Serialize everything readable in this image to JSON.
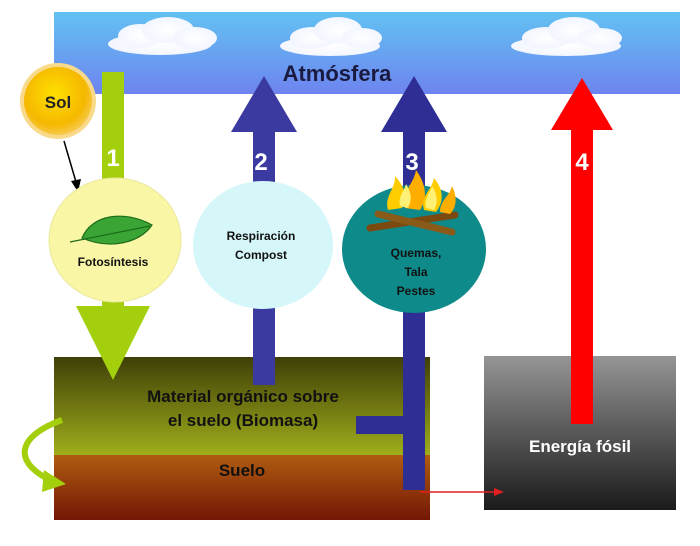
{
  "labels": {
    "atmosphere": "Atmósfera",
    "sun": "Sol",
    "photosynthesis": "Fotosíntesis",
    "respiration_line1": "Respiración",
    "respiration_line2": "Compost",
    "burning_line1": "Quemas,",
    "burning_line2": "Tala",
    "burning_line3": "Pestes",
    "biomass_line1": "Material orgánico sobre",
    "biomass_line2": "el suelo (Biomasa)",
    "soil": "Suelo",
    "fossil_energy": "Energía fósil"
  },
  "arrows": [
    {
      "number": "1",
      "color": "#a4cf0c"
    },
    {
      "number": "2",
      "color": "#3a3aa0"
    },
    {
      "number": "3",
      "color": "#2e2e94"
    },
    {
      "number": "4",
      "color": "#ff0000"
    }
  ],
  "colors": {
    "sky_top": "#6ec0f0",
    "sky_bottom": "#6f8cf2",
    "biomass_top": "#4a4a05",
    "biomass_bottom": "#9aa81a",
    "soil_top": "#a85810",
    "soil_bottom": "#7a1a06",
    "fossil_top": "#8c8c8c",
    "fossil_bottom": "#202020",
    "sun": "#f7c400",
    "photosynthesis_circle": "#f9f7a6",
    "respiration_circle": "#d6f7fa",
    "burning_circle": "#0f8a8a",
    "leaf": "#3aa534"
  }
}
